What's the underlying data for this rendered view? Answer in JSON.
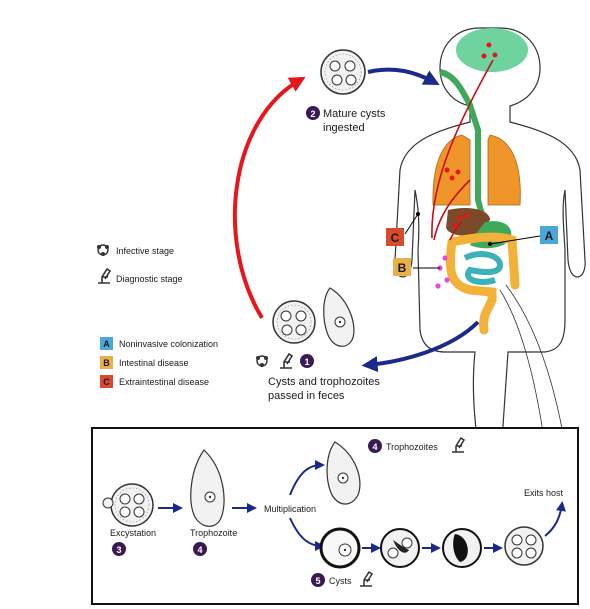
{
  "colors": {
    "noninvasive": "#4aa8d8",
    "intestinal": "#e8b04a",
    "extraintestinal": "#d84a2e",
    "arrow_blue": "#1b2a8a",
    "arrow_red": "#e8161b",
    "step_badge": "#3a1a55",
    "brain": "#6fd3a0",
    "lungs": "#f0952a",
    "liver": "#7a4a2a",
    "gut": "#3fa85a",
    "colon": "#f2b23a",
    "small_intestine": "#3ab2b8"
  },
  "legend": {
    "infective": "Infective stage",
    "diagnostic": "Diagnostic stage",
    "a_letter": "A",
    "a_text": "Noninvasive colonization",
    "b_letter": "B",
    "b_text": "Intestinal disease",
    "c_letter": "C",
    "c_text": "Extraintestinal disease"
  },
  "steps": {
    "s1_num": "1",
    "s1_line1": "Cysts and trophozoites",
    "s1_line2": "passed in feces",
    "s2_num": "2",
    "s2_line1": "Mature cysts",
    "s2_line2": "ingested",
    "s3_num": "3",
    "s3_label": "Excystation",
    "s4_num": "4",
    "s4_label": "Trophozoite",
    "s4b_num": "4",
    "s4b_label": "Trophozoites",
    "s5_num": "5",
    "s5_label": "Cysts"
  },
  "inset": {
    "multiplication": "Multiplication",
    "exits": "Exits host"
  },
  "body_labels": {
    "a": "A",
    "b": "B",
    "c": "C"
  }
}
